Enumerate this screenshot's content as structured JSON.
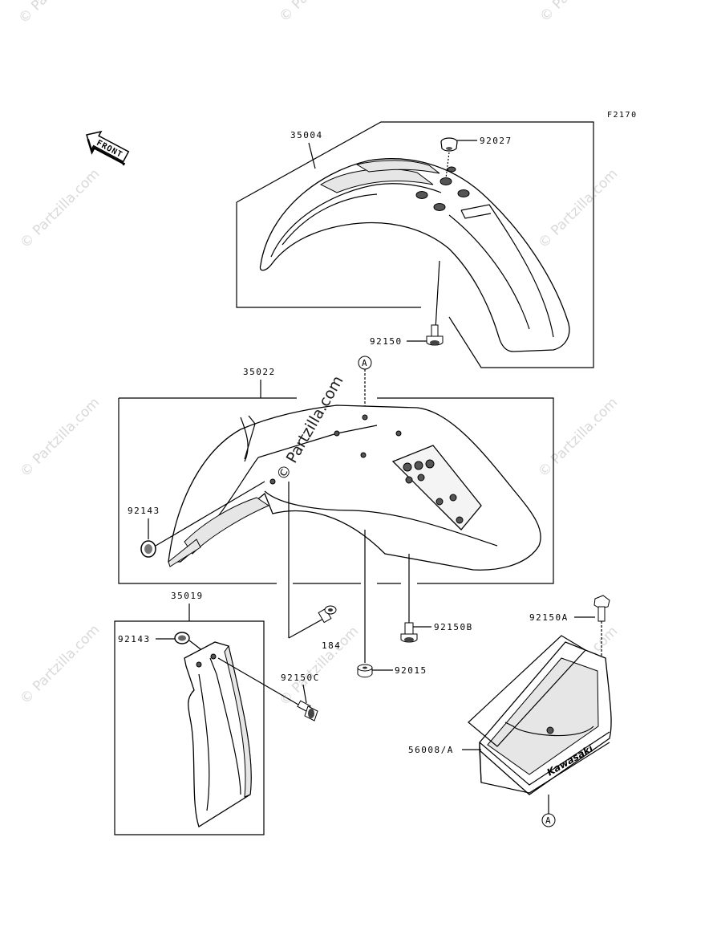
{
  "figure_code": "F2170",
  "front_label": "FRONT",
  "callouts": {
    "front_fender": "35004",
    "front_fender_cap": "92027",
    "front_fender_bolt": "92150",
    "rear_fender": "35022",
    "rear_fender_grommet": "92143",
    "mudflap": "35019",
    "mudflap_grommet": "92143",
    "mudflap_bolt": "92150C",
    "screw": "184",
    "rear_bolt_b": "92150B",
    "nut": "92015",
    "toolbox_bolt": "92150A",
    "toolbox": "56008/A",
    "ref_a": "A"
  },
  "brand_text": "Kawasaki",
  "watermark": "© Partzilla.com",
  "watermark_center": "© Partzilla.com"
}
